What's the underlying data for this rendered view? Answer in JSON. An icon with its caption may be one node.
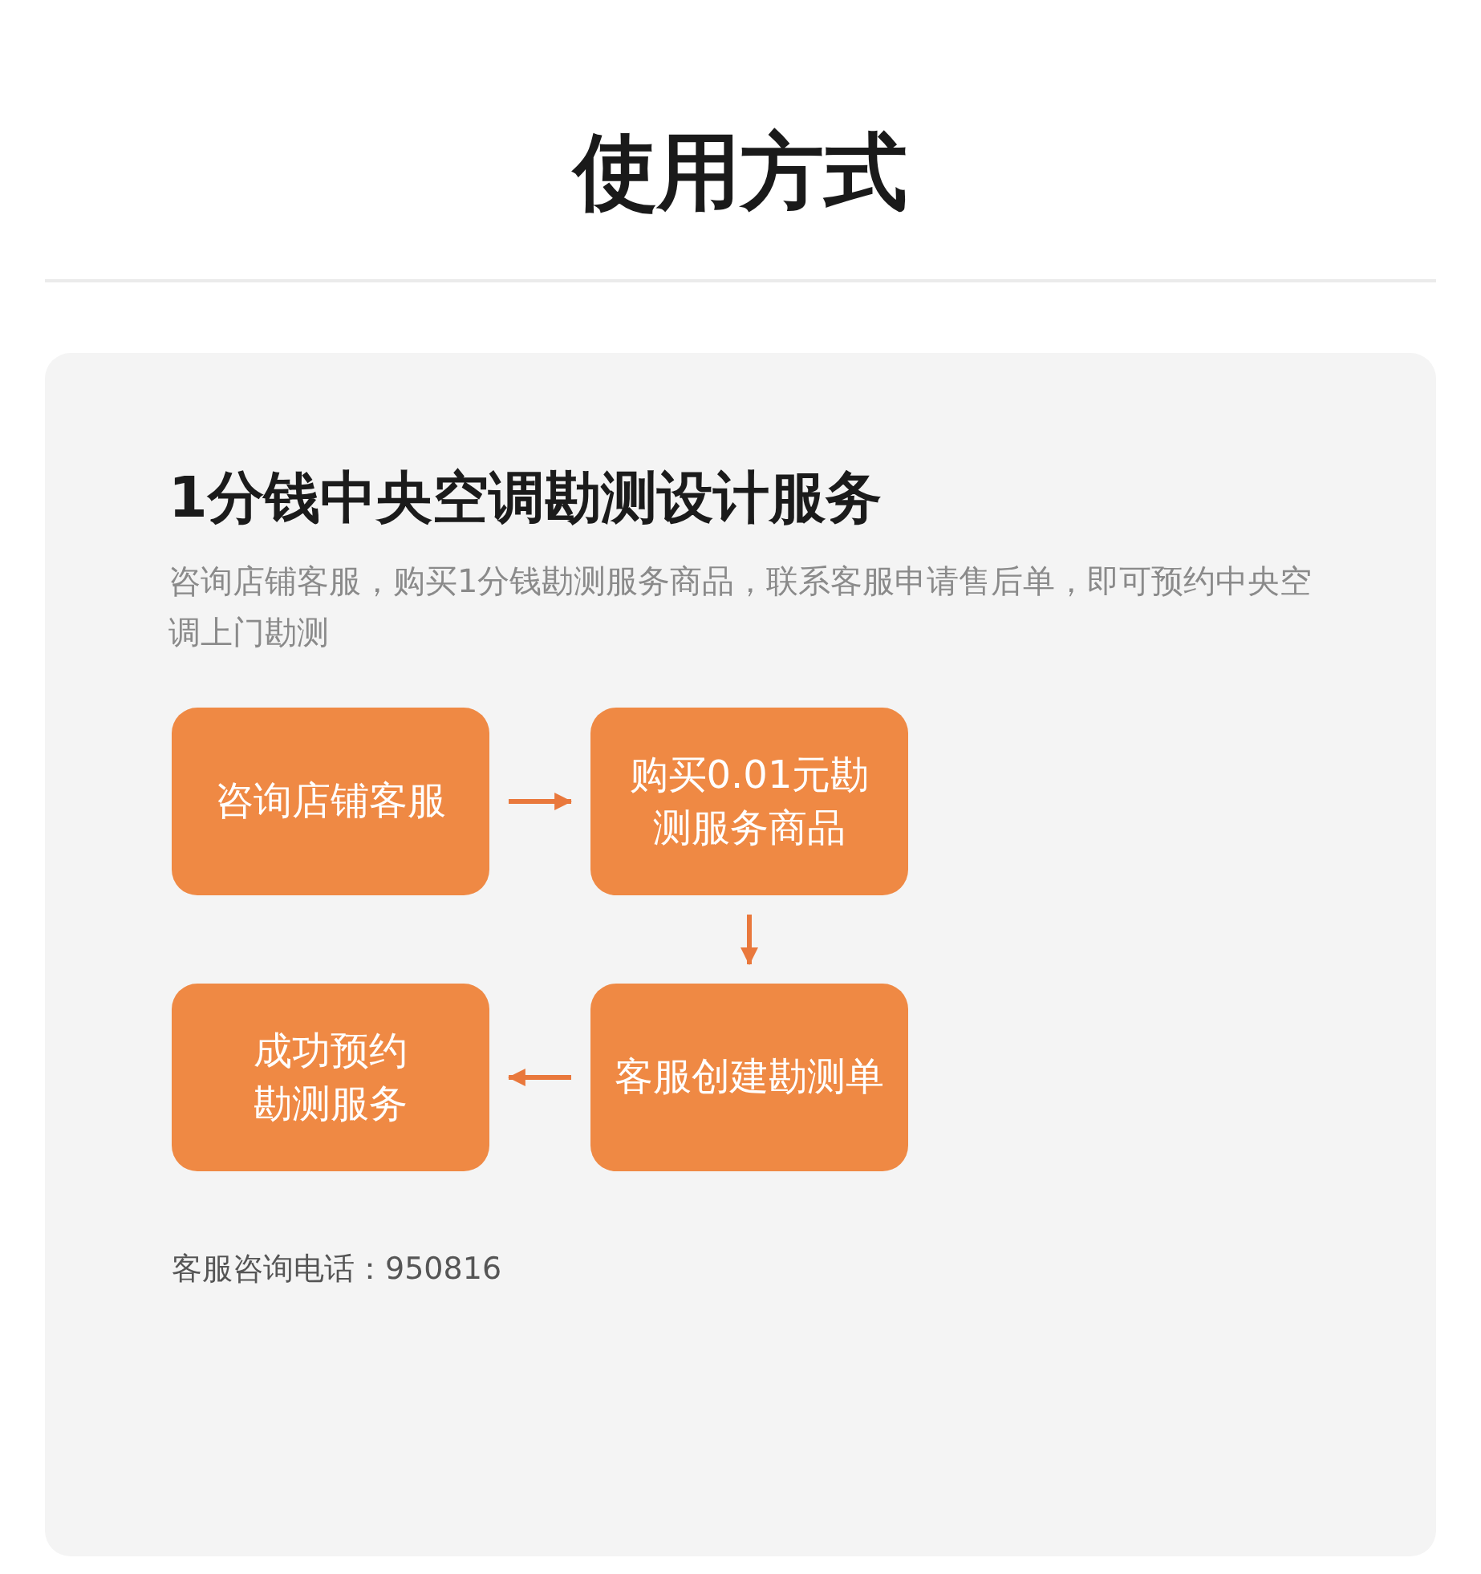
{
  "diagram": {
    "title": "使用方式",
    "nodes": [
      {
        "text": [
          "1分钱中央空调勘测设计服务",
          "咨询店铺客服，购买1分钱勘测服务商品，联系客服申请售后单，即可预约中央空调上门勘测",
          "客服咨询电话：950816"
        ]
      },
      {
        "text": [
          "咨询店铺客服"
        ],
        "in": 0
      },
      {
        "text": [
          "购买0.01元勘测服务商品"
        ],
        "in": 0
      },
      {
        "text": [
          "成功预约勘测服务"
        ],
        "in": 0
      },
      {
        "text": [
          "客服创建勘测单"
        ],
        "in": 0
      }
    ],
    "edges": [
      {
        "from": 1,
        "to": 2,
        "arrow": "to"
      },
      {
        "from": 2,
        "to": 4,
        "arrow": "to"
      },
      {
        "from": 4,
        "to": 3,
        "arrow": "to"
      }
    ]
  }
}
